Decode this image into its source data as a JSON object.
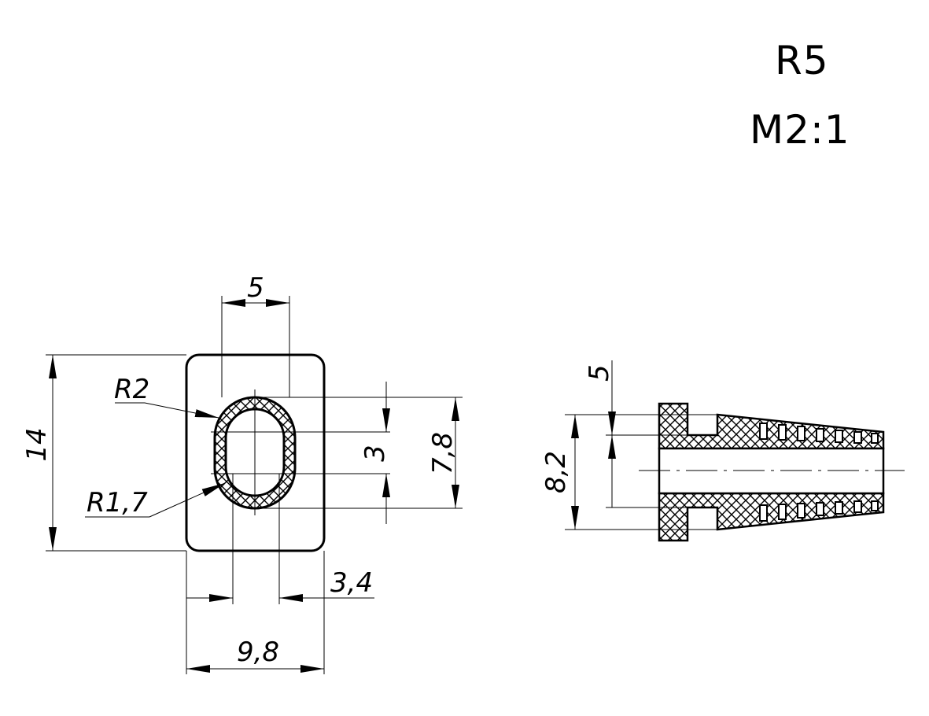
{
  "drawing": {
    "title_code": "R5",
    "title_scale": "M2:1"
  },
  "front_view": {
    "dims": {
      "slot_width": "5",
      "height": "14",
      "radius_outer": "R2",
      "radius_inner": "R1,7",
      "slot_straight": "3",
      "slot_length": "7,8",
      "offset": "3,4",
      "width": "9,8"
    }
  },
  "side_view": {
    "dims": {
      "bore": "5",
      "flange": "8,2"
    }
  },
  "colors": {
    "line": "#000000",
    "background": "#ffffff"
  }
}
